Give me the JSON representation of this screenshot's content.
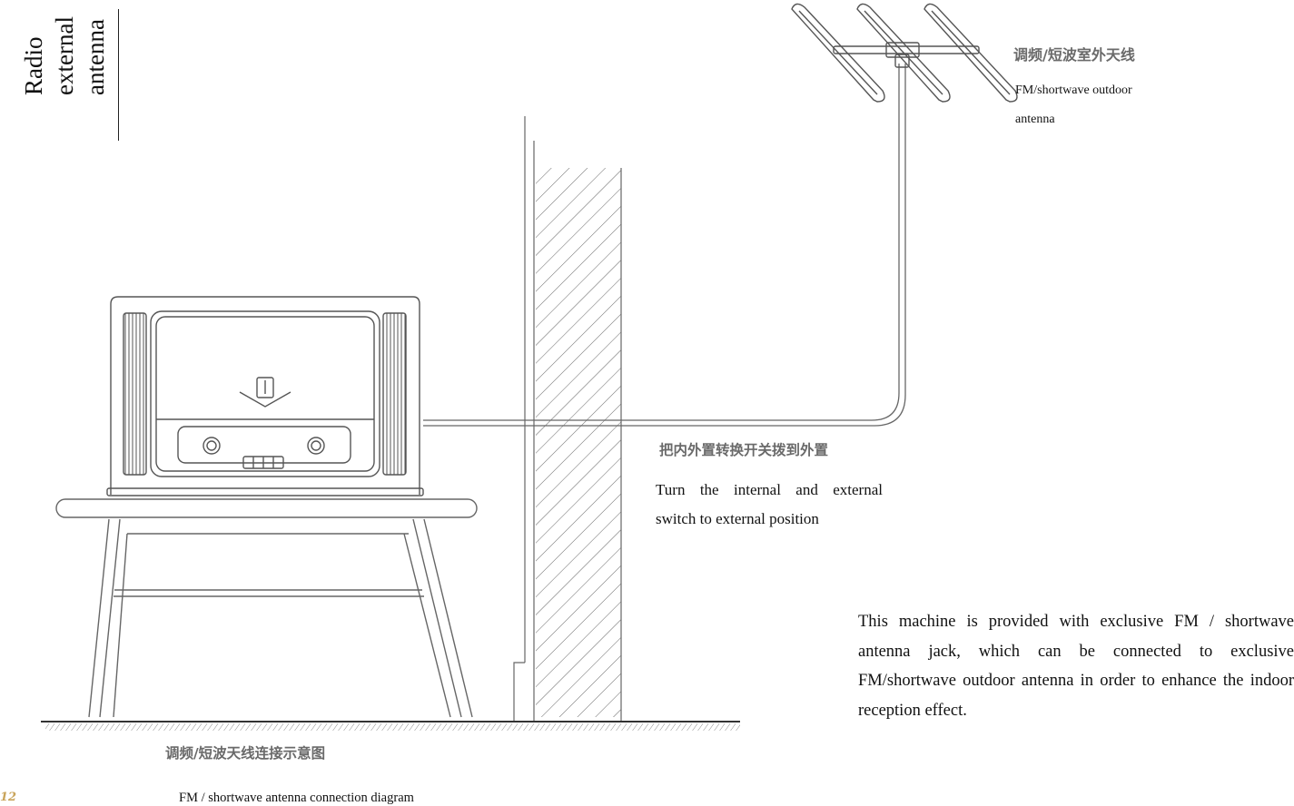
{
  "title": {
    "lines": [
      "Radio",
      "external",
      "antenna"
    ]
  },
  "labels": {
    "outdoor_antenna_cn": "调频/短波室外天线",
    "outdoor_antenna_en_line1": "FM/shortwave outdoor",
    "outdoor_antenna_en_line2": "antenna",
    "switch_cn": "把内外置转换开关拨到外置",
    "switch_en_line1": "Turn the internal and external",
    "switch_en_line2": "switch to external position",
    "diagram_caption_cn": "调频/短波天线连接示意图",
    "diagram_caption_en": "FM / shortwave antenna connection diagram"
  },
  "body_text": "This machine is provided with exclusive FM / shortwave antenna jack, which can be connected to exclusive FM/shortwave outdoor antenna in order to enhance the indoor reception effect.",
  "page_number": "12",
  "colors": {
    "line": "#555555",
    "accent": "#c9a45a",
    "label_cn": "#6a6a6a"
  }
}
